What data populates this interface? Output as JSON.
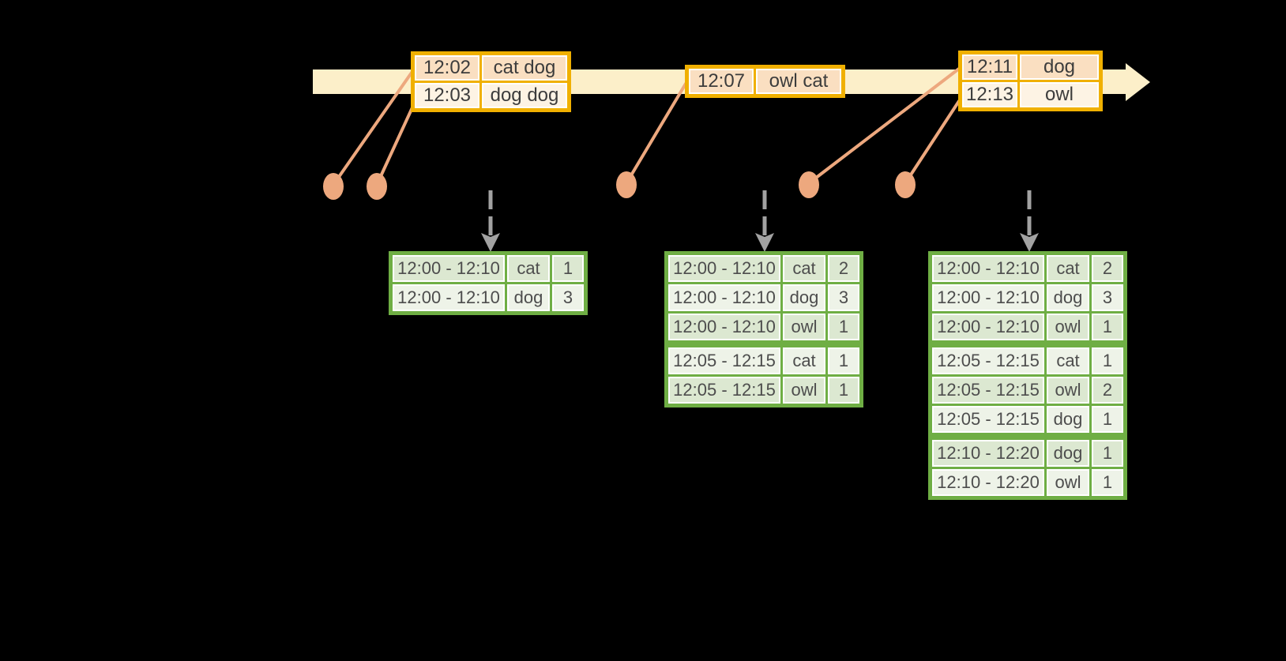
{
  "colors": {
    "background": "#000000",
    "timeline_fill": "#FCEFC9",
    "event_table_border": "#F0B000",
    "event_row_dark": "#FADFC1",
    "event_row_light": "#FDF3E4",
    "connector_salmon": "#EDA87E",
    "trigger_arrow_gray": "#A2A2A2",
    "result_table_border": "#6FAE44",
    "result_row_dark": "#DCE8D1",
    "result_row_light": "#EEF3E8"
  },
  "event_tables": [
    {
      "rows": [
        {
          "time": "12:02",
          "words": "cat dog"
        },
        {
          "time": "12:03",
          "words": "dog dog"
        }
      ]
    },
    {
      "rows": [
        {
          "time": "12:07",
          "words": "owl cat"
        }
      ]
    },
    {
      "rows": [
        {
          "time": "12:11",
          "words": "dog"
        },
        {
          "time": "12:13",
          "words": "owl"
        }
      ]
    }
  ],
  "result_tables": [
    {
      "rows": [
        {
          "window": "12:00 - 12:10",
          "word": "cat",
          "count": "1"
        },
        {
          "window": "12:00 - 12:10",
          "word": "dog",
          "count": "3"
        }
      ]
    },
    {
      "rows": [
        {
          "window": "12:00 - 12:10",
          "word": "cat",
          "count": "2"
        },
        {
          "window": "12:00 - 12:10",
          "word": "dog",
          "count": "3"
        },
        {
          "window": "12:00 - 12:10",
          "word": "owl",
          "count": "1"
        },
        {
          "window": "12:05 - 12:15",
          "word": "cat",
          "count": "1"
        },
        {
          "window": "12:05 - 12:15",
          "word": "owl",
          "count": "1"
        }
      ]
    },
    {
      "rows": [
        {
          "window": "12:00 - 12:10",
          "word": "cat",
          "count": "2"
        },
        {
          "window": "12:00 - 12:10",
          "word": "dog",
          "count": "3"
        },
        {
          "window": "12:00 - 12:10",
          "word": "owl",
          "count": "1"
        },
        {
          "window": "12:05 - 12:15",
          "word": "cat",
          "count": "1"
        },
        {
          "window": "12:05 - 12:15",
          "word": "owl",
          "count": "2"
        },
        {
          "window": "12:05 - 12:15",
          "word": "dog",
          "count": "1"
        },
        {
          "window": "12:10 - 12:20",
          "word": "dog",
          "count": "1"
        },
        {
          "window": "12:10 - 12:20",
          "word": "owl",
          "count": "1"
        }
      ]
    }
  ]
}
